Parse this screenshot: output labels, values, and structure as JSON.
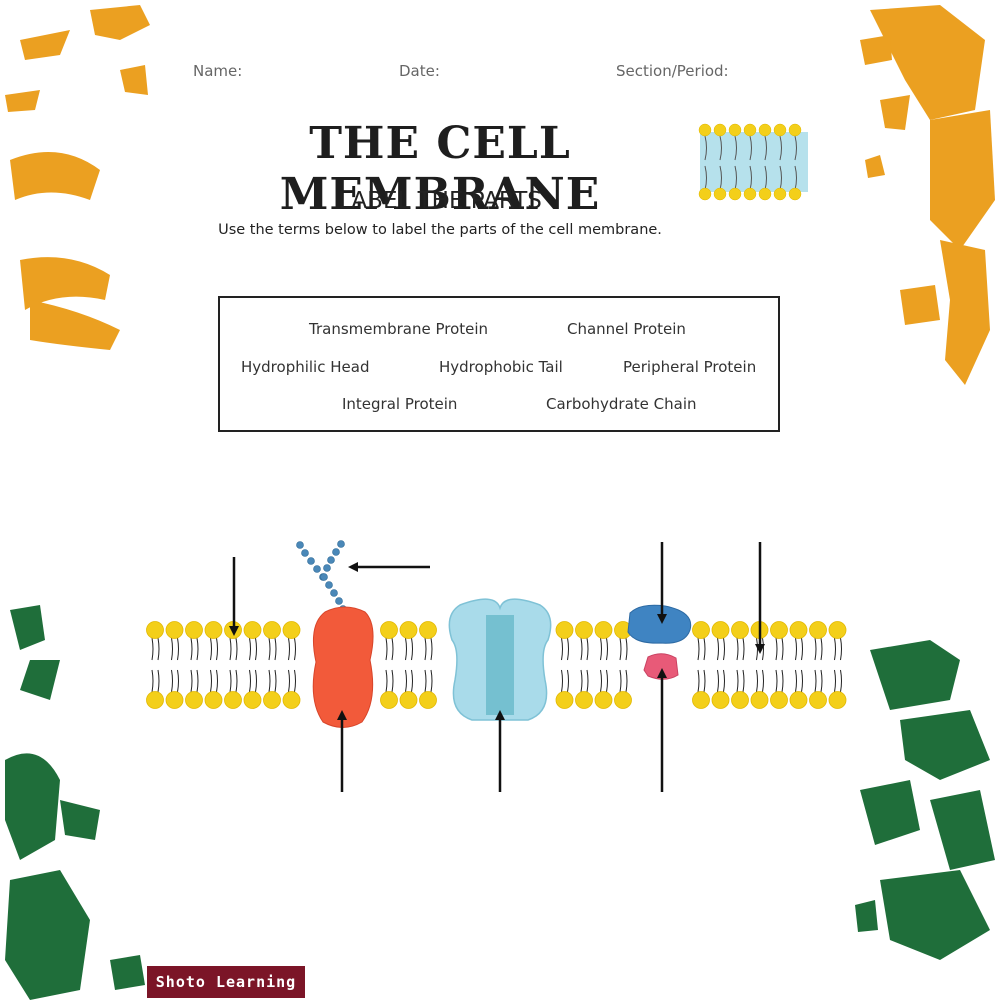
{
  "header": {
    "name_label": "Name:",
    "date_label": "Date:",
    "section_label": "Section/Period:"
  },
  "title": "THE CELL MEMBRANE",
  "subtitle": "LABEL THE PARTS",
  "instructions": "Use the terms below to label the parts of the cell membrane.",
  "word_bank": [
    "Transmembrane Protein",
    "Channel Protein",
    "Hydrophilic Head",
    "Hydrophobic Tail",
    "Peripheral Protein",
    "Integral Protein",
    "Carbohydrate Chain"
  ],
  "colors": {
    "phospholipid_head": "#f3cf1a",
    "transmembrane_protein": "#f25a3a",
    "channel_protein": "#a9dbea",
    "peripheral_protein": "#3f84c2",
    "integral_protein": "#e85a78",
    "carbohydrate_chain": "#4a88b8",
    "splatter_orange": "#eba021",
    "splatter_green": "#1f6e3a",
    "brand_bg": "#7b1527"
  },
  "icons": [
    "membrane-thumbnail-icon",
    "arrow-icon"
  ],
  "brand": "Shoto Learning"
}
